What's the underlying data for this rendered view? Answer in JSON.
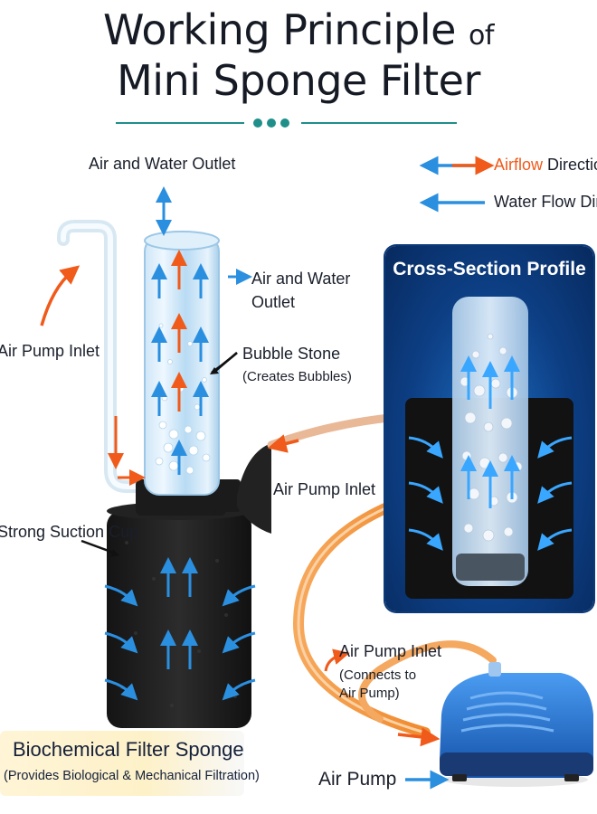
{
  "title": {
    "line1_main": "Working Principle",
    "line1_small": "of",
    "line2": "Mini Sponge Filter"
  },
  "legend": {
    "airflow_word": "Airflow",
    "airflow_rest": " Direction",
    "waterflow": "Water Flow Direc",
    "airflow_color": "#f05a1a",
    "waterflow_color": "#2b8fe0"
  },
  "labels": {
    "top_outlet": "Air and Water Outlet",
    "side_outlet_1": "Air and Water",
    "side_outlet_2": "Outlet",
    "air_pump_inlet_left": "Air Pump Inlet",
    "bubble_stone": "Bubble Stone",
    "bubble_stone_sub": "(Creates Bubbles)",
    "air_pump_inlet_mid": "Air Pump Inlet",
    "suction_cup": "Strong Suction Cup",
    "air_pump_inlet_bottom": "Air Pump Inlet",
    "connects_1": "(Connects to",
    "connects_2": "Air Pump)",
    "air_pump": "Air Pump"
  },
  "cross_section": {
    "title": "Cross-Section Profile"
  },
  "sponge": {
    "title": "Biochemical Filter Sponge",
    "subtitle": "(Provides Biological & Mechanical Filtration)"
  },
  "colors": {
    "accent_teal": "#1f8f8a",
    "air_orange": "#f05a1a",
    "water_blue": "#2b8fe0",
    "panel_blue": "#0d3f85",
    "pump_blue": "#1f6fd6"
  }
}
